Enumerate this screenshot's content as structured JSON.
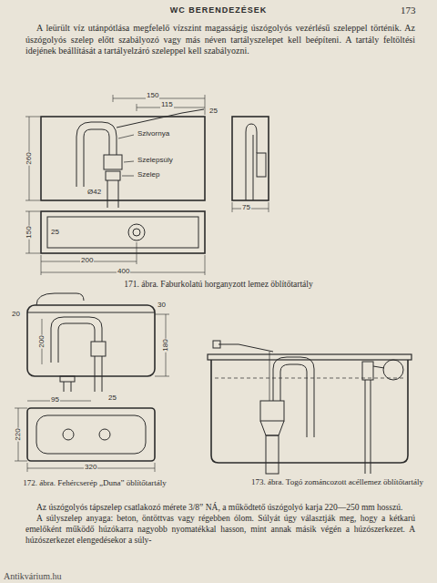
{
  "diagram": {
    "title": "WC BERENDEZÉSEK",
    "labels": [
      "173",
      "A leürült víz utánpótlása megfelelő vízszint magasságig úszógolyós vezérlésű szeleppel történik. Az úszógolyós szelep előtt szabályozó vagy más néven tartályszelepet kell beépíteni. A tartály feltöltési idejének beállítását a tartályelzáró szeleppel kell szabályozni.",
      "150",
      "115",
      "25",
      "260",
      "Szivornya",
      "Szelepsúly",
      "Szelep",
      "Ø42",
      "75",
      "150",
      "25",
      "200",
      "400",
      "171. ábra. Faburkolatú horganyzott lemez öblítőtartály",
      "20",
      "200",
      "30",
      "180",
      "95",
      "25",
      "220",
      "320",
      "172. ábra. Fehércserép „Duna” öblítőtartály",
      "173. ábra. Togó zománcozott acéllemez öblítőtartály",
      "Az úszógolyós tápszelep csatlakozó mérete 3/8” NÁ, a működtető úszógolyó karja 220—250 mm hosszú.",
      "A súlyszelep anyaga: beton, öntöttvas vagy régebben ólom. Súlyát úgy választják meg, hogy a kétkarú emelőként működő húzókarra nagyobb nyomatékkal hasson, mint annak másik végén a húzószerkezet. A húzószerkezet elengedésekor a súly-",
      "Antikvárium.hu"
    ]
  }
}
